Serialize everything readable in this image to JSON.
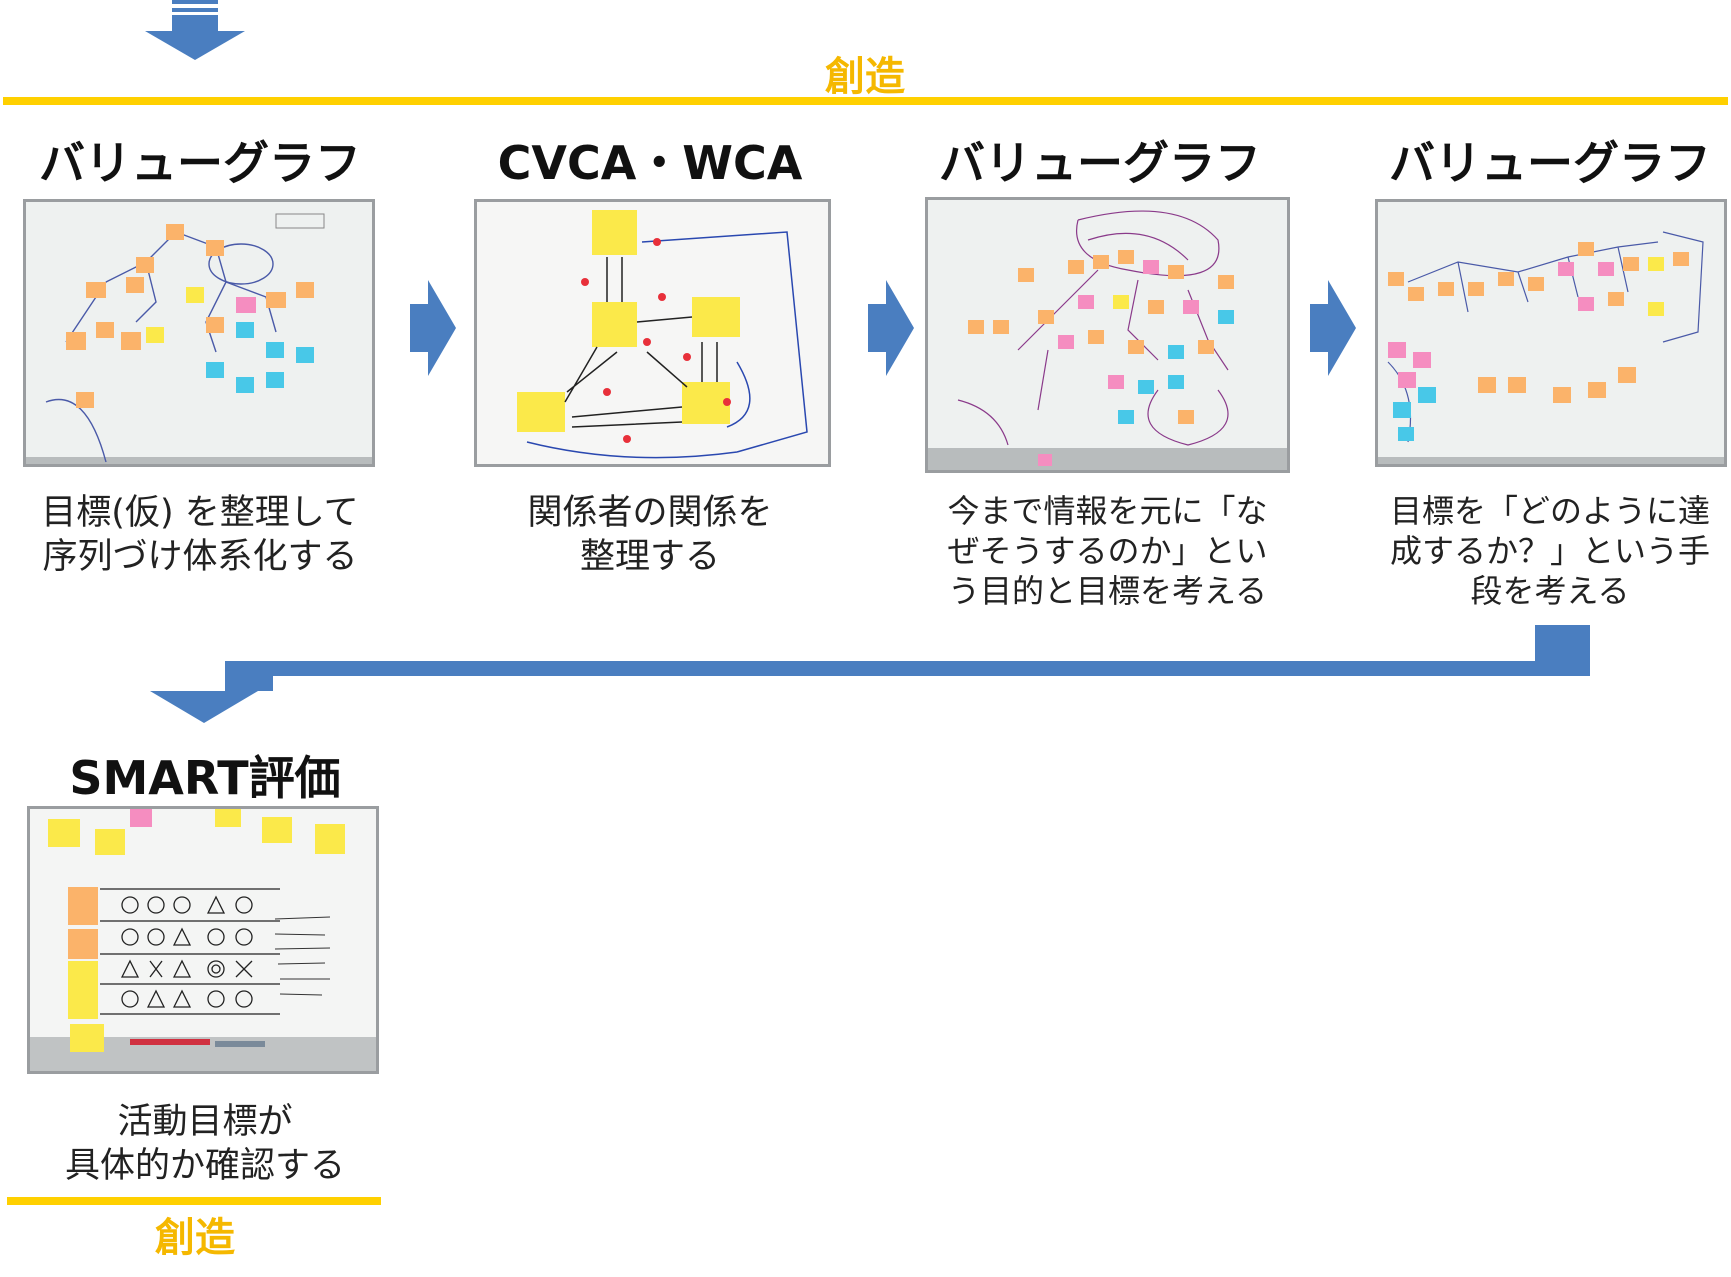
{
  "header_label": "創造",
  "footer_label": "創造",
  "colors": {
    "accent_yellow": "#ffd000",
    "label_yellow": "#f5b800",
    "arrow_blue": "#4a7ec0",
    "sticky_orange": "#fbb36a",
    "sticky_yellow": "#fbe94a",
    "sticky_pink": "#f58dc0",
    "sticky_cyan": "#48c8e8"
  },
  "steps": [
    {
      "title": "バリューグラフ",
      "desc_lines": [
        "目標(仮) を整理して",
        "序列づけ体系化する"
      ],
      "photo": "whiteboard-sticky-notes-photo"
    },
    {
      "title": "CVCA・WCA",
      "desc_lines": [
        "関係者の関係を",
        "整理する"
      ],
      "photo": "whiteboard-stakeholder-map-photo"
    },
    {
      "title": "バリューグラフ",
      "desc_lines": [
        "今まで情報を元に「な",
        "ぜそうするのか」とい",
        "う目的と目標を考える"
      ],
      "photo": "whiteboard-value-graph-photo"
    },
    {
      "title": "バリューグラフ",
      "desc_lines": [
        "目標を「どのように達",
        "成するか？」という手",
        "段を考える"
      ],
      "photo": "whiteboard-means-photo"
    },
    {
      "title": "SMART評価",
      "desc_lines": [
        "活動目標が",
        "具体的か確認する"
      ],
      "photo": "whiteboard-smart-matrix-photo"
    }
  ]
}
